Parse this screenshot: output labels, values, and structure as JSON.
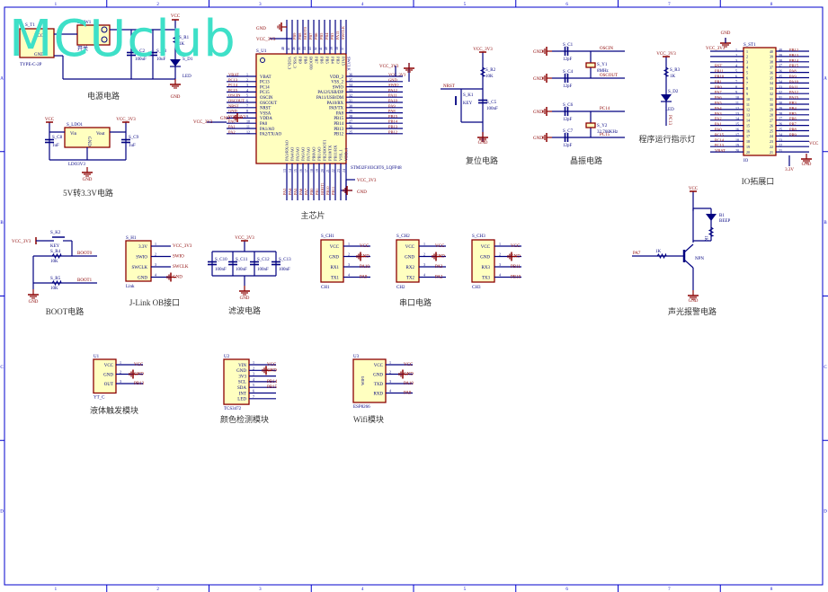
{
  "watermark": "MCUclub",
  "frame": {
    "columns": [
      "1",
      "2",
      "3",
      "4",
      "5",
      "6",
      "7",
      "8"
    ],
    "rows": [
      "A",
      "B",
      "C",
      "D"
    ]
  },
  "colors": {
    "frame": "#0000cc",
    "wire": "#000080",
    "part_outline": "#8b0000",
    "part_fill": "#ffffc0",
    "net_label": "#8b0000",
    "pin_text": "#000080",
    "watermark": "#3ee0c8"
  },
  "sections": {
    "power": "电源电路",
    "ldo": "5V转3.3V电路",
    "main_chip": "主芯片",
    "reset": "复位电路",
    "crystal": "晶振电路",
    "run_led": "程序运行指示灯",
    "io_header": "IO拓展口",
    "boot": "BOOT电路",
    "jlink": "J-Link OB接口",
    "filter": "滤波电路",
    "uart": "串口电路",
    "alarm": "声光报警电路",
    "liquid": "液体触发模块",
    "color": "颜色检测模块",
    "wifi": "Wifi模块"
  },
  "power": {
    "t1_ref": "S_T1",
    "t1_pin_vcc": "VCC",
    "t1_pin_gnd": "GND",
    "t1_value": "TYPE-C-2P",
    "sw_ref": "S_SW1",
    "sw_value": "开关",
    "c2_ref": "S_C2",
    "c2_value": "100uF",
    "c3_ref": "S_C3",
    "c3_value": "10uF",
    "r1_ref": "S_R1",
    "r1_value": "1K",
    "d1_ref": "S_D1",
    "d1_value": "LED",
    "vcc": "VCC",
    "gnd": "GND"
  },
  "ldo": {
    "ref": "S_LDO1",
    "vin": "Vin",
    "vout": "Vout",
    "gnd_pin": "GND",
    "value": "LDO3V3",
    "c8_ref": "S_C8",
    "c8_value": "1uF",
    "c9_ref": "S_C9",
    "c9_value": "1uF",
    "vcc": "VCC",
    "vcc33": "VCC_3V3",
    "gnd": "GND"
  },
  "mcu": {
    "ref": "S_U1",
    "part": "STM32F103C8T6_LQFP48",
    "left_pins": [
      {
        "num": "1",
        "name": "VBAT",
        "net": "VBAT"
      },
      {
        "num": "2",
        "name": "PC13",
        "net": "PC13"
      },
      {
        "num": "3",
        "name": "PC14",
        "net": "PC14"
      },
      {
        "num": "4",
        "name": "PC15",
        "net": "PC15"
      },
      {
        "num": "5",
        "name": "OSCIN",
        "net": "OSCIN"
      },
      {
        "num": "6",
        "name": "OSCOUT",
        "net": "OSCOUT"
      },
      {
        "num": "7",
        "name": "NRST",
        "net": "NRST"
      },
      {
        "num": "8",
        "name": "VSSA",
        "net": "GND"
      },
      {
        "num": "9",
        "name": "VDDA",
        "net": "VCC_3V3"
      },
      {
        "num": "10",
        "name": "PA0",
        "net": "PA0"
      },
      {
        "num": "11",
        "name": "PA1/AO",
        "net": "PA1"
      },
      {
        "num": "12",
        "name": "PA2/TX/AO",
        "net": "PA2"
      }
    ],
    "right_pins": [
      {
        "num": "36",
        "name": "VDD_2",
        "net": "VCC_3V3"
      },
      {
        "num": "35",
        "name": "VSS_2",
        "net": "GND"
      },
      {
        "num": "34",
        "name": "SWIO",
        "net": "SWIO"
      },
      {
        "num": "33",
        "name": "PA12/USB/DP",
        "net": "PA12"
      },
      {
        "num": "32",
        "name": "PA11/USB/DM",
        "net": "PA11"
      },
      {
        "num": "31",
        "name": "PA10/RX",
        "net": "PA10"
      },
      {
        "num": "30",
        "name": "PA9/TX",
        "net": "PA9"
      },
      {
        "num": "29",
        "name": "PA8",
        "net": "PA8"
      },
      {
        "num": "28",
        "name": "PB15",
        "net": "PB15"
      },
      {
        "num": "27",
        "name": "PB14",
        "net": "PB14"
      },
      {
        "num": "26",
        "name": "PB13",
        "net": "PB13"
      },
      {
        "num": "25",
        "name": "PB12",
        "net": "PB12"
      }
    ],
    "top_pins": [
      {
        "num": "48",
        "name": "VDD_3",
        "net": "VCC_3V3"
      },
      {
        "num": "47",
        "name": "VSS_3",
        "net": "GND"
      },
      {
        "num": "46",
        "name": "PB9",
        "net": "PB9"
      },
      {
        "num": "45",
        "name": "PB8",
        "net": "PB8"
      },
      {
        "num": "44",
        "name": "BOOT0",
        "net": "BOOT0"
      },
      {
        "num": "43",
        "name": "PB7",
        "net": "PB7"
      },
      {
        "num": "42",
        "name": "PB6",
        "net": "PB6"
      },
      {
        "num": "41",
        "name": "PB5",
        "net": "PB5"
      },
      {
        "num": "40",
        "name": "PB4",
        "net": "PB4"
      },
      {
        "num": "39",
        "name": "PB3",
        "net": "PB3"
      },
      {
        "num": "38",
        "name": "PA15",
        "net": "PA15"
      },
      {
        "num": "37",
        "name": "SWCLK",
        "net": "SWCLK"
      }
    ],
    "bottom_pins": [
      {
        "num": "13",
        "name": "PA3/RX/AO",
        "net": "PA3"
      },
      {
        "num": "14",
        "name": "PA4/AO",
        "net": "PA4"
      },
      {
        "num": "15",
        "name": "PA5/AO",
        "net": "PA5"
      },
      {
        "num": "16",
        "name": "PA6/AO",
        "net": "PA6"
      },
      {
        "num": "17",
        "name": "PA7/AO",
        "net": "PA7"
      },
      {
        "num": "18",
        "name": "PB0/AO",
        "net": "PB0"
      },
      {
        "num": "19",
        "name": "PB1/AO",
        "net": "PB1"
      },
      {
        "num": "20",
        "name": "PB2/BOOT1",
        "net": "BOOT1"
      },
      {
        "num": "21",
        "name": "PB10/TX",
        "net": "PB10"
      },
      {
        "num": "22",
        "name": "PB11/RX",
        "net": "PB11"
      },
      {
        "num": "23",
        "name": "VSS_1",
        "net": "GND"
      },
      {
        "num": "24",
        "name": "VDD_1",
        "net": "VCC_3V3"
      }
    ],
    "gnd": "GND",
    "vcc33": "VCC_3V3"
  },
  "reset": {
    "vcc33": "VCC_3V3",
    "r_ref": "S_R2",
    "r_value": "10K",
    "net": "NRST",
    "k_ref": "S_K1",
    "k_value": "KEY",
    "c_ref": "S_C5",
    "c_value": "100nF",
    "gnd": "GND"
  },
  "crystal": {
    "rows": [
      {
        "c_ref": "S_C1",
        "c_value": "12pF",
        "net": "OSCIN"
      },
      {
        "c_ref": "S_C4",
        "c_value": "12pF",
        "net": "OSCOUT"
      },
      {
        "c_ref": "S_C6",
        "c_value": "12pF",
        "net": "PC14"
      },
      {
        "c_ref": "S_C7",
        "c_value": "12pF",
        "net": "PC15"
      }
    ],
    "y1_ref": "S_Y1",
    "y1_value": "8MHz",
    "y2_ref": "S_Y2",
    "y2_value": "32.768KHz",
    "gnd": "GND"
  },
  "run_led": {
    "vcc33": "VCC_3V3",
    "r_ref": "S_R3",
    "r_value": "1K",
    "d_ref": "S_D2",
    "d_value": "LED",
    "net": "PC13"
  },
  "io_header": {
    "ref": "S_ST1",
    "value": "IO",
    "gnd": "GND",
    "vcc33": "VCC_3V3",
    "vcc": "VCC",
    "v33": "3.3V",
    "left": [
      {
        "num": "1",
        "net": "VCC_3V3"
      },
      {
        "num": "2",
        "net": ""
      },
      {
        "num": "3",
        "net": ""
      },
      {
        "num": "4",
        "net": "RST"
      },
      {
        "num": "5",
        "net": "PB11"
      },
      {
        "num": "6",
        "net": "PB10"
      },
      {
        "num": "7",
        "net": "PB1"
      },
      {
        "num": "8",
        "net": "PB0"
      },
      {
        "num": "9",
        "net": "PA7"
      },
      {
        "num": "10",
        "net": "PA6"
      },
      {
        "num": "11",
        "net": "PA5"
      },
      {
        "num": "12",
        "net": "PA4"
      },
      {
        "num": "13",
        "net": "PA3"
      },
      {
        "num": "14",
        "net": "PA2"
      },
      {
        "num": "15",
        "net": "PA1"
      },
      {
        "num": "16",
        "net": "PA0"
      },
      {
        "num": "17",
        "net": "PC15"
      },
      {
        "num": "18",
        "net": "PC14"
      },
      {
        "num": "19",
        "net": "PC13"
      },
      {
        "num": "20",
        "net": "VBAT"
      }
    ],
    "right": [
      {
        "num": "40",
        "net": "PB12"
      },
      {
        "num": "39",
        "net": "PB13"
      },
      {
        "num": "38",
        "net": "PB14"
      },
      {
        "num": "37",
        "net": "PB15"
      },
      {
        "num": "36",
        "net": "PA8"
      },
      {
        "num": "35",
        "net": "PA9"
      },
      {
        "num": "34",
        "net": "PA10"
      },
      {
        "num": "33",
        "net": "PA11"
      },
      {
        "num": "32",
        "net": "PA12"
      },
      {
        "num": "31",
        "net": "PA15"
      },
      {
        "num": "30",
        "net": "PB3"
      },
      {
        "num": "29",
        "net": "PB4"
      },
      {
        "num": "28",
        "net": "PB5"
      },
      {
        "num": "27",
        "net": "PB6"
      },
      {
        "num": "26",
        "net": "PB7"
      },
      {
        "num": "25",
        "net": "PB8"
      },
      {
        "num": "24",
        "net": "PB9"
      },
      {
        "num": "23",
        "net": ""
      },
      {
        "num": "22",
        "net": ""
      },
      {
        "num": "21",
        "net": ""
      }
    ]
  },
  "boot": {
    "vcc33": "VCC_3V3",
    "k_ref": "S_K2",
    "k_value": "KEY",
    "r4_ref": "S_R4",
    "r4_value": "10K",
    "net0": "BOOT0",
    "r5_ref": "S_R5",
    "r5_value": "10K",
    "net1": "BOOT1",
    "gnd": "GND"
  },
  "jlink": {
    "ref": "S_H1",
    "value": "Link",
    "pins": [
      {
        "num": "1",
        "name": "3.3V",
        "net": "VCC_3V3"
      },
      {
        "num": "2",
        "name": "SWIO",
        "net": "SWIO"
      },
      {
        "num": "3",
        "name": "SWCLK",
        "net": "SWCLK"
      },
      {
        "num": "4",
        "name": "GND",
        "net": "GND"
      }
    ]
  },
  "filter": {
    "vcc33": "VCC_3V3",
    "gnd": "GND",
    "caps": [
      {
        "ref": "S_C10",
        "value": "100nF"
      },
      {
        "ref": "S_C11",
        "value": "100nF"
      },
      {
        "ref": "S_C12",
        "value": "100nF"
      },
      {
        "ref": "S_C13",
        "value": "100nF"
      }
    ]
  },
  "uart": [
    {
      "ref": "S_CH1",
      "value": "CH1",
      "pins": [
        {
          "num": "1",
          "name": "VCC",
          "net": "VCC"
        },
        {
          "num": "2",
          "name": "GND",
          "net": "GND"
        },
        {
          "num": "3",
          "name": "RX1",
          "net": "PA10"
        },
        {
          "num": "4",
          "name": "TX1",
          "net": "PA9"
        }
      ]
    },
    {
      "ref": "S_CH2",
      "value": "CH2",
      "pins": [
        {
          "num": "1",
          "name": "VCC",
          "net": "VCC"
        },
        {
          "num": "2",
          "name": "GND",
          "net": "GND"
        },
        {
          "num": "3",
          "name": "RX2",
          "net": "PA3"
        },
        {
          "num": "4",
          "name": "TX2",
          "net": "PA2"
        }
      ]
    },
    {
      "ref": "S_CH3",
      "value": "CH3",
      "pins": [
        {
          "num": "1",
          "name": "VCC",
          "net": "VCC"
        },
        {
          "num": "2",
          "name": "GND",
          "net": "GND"
        },
        {
          "num": "3",
          "name": "RX3",
          "net": "PB11"
        },
        {
          "num": "4",
          "name": "TX3",
          "net": "PB10"
        }
      ]
    }
  ],
  "alarm": {
    "vcc": "VCC",
    "b_ref": "B1",
    "b_value": "BEEP",
    "r_value": "1K",
    "r2_value": "1K",
    "net": "PA7",
    "pin": "1",
    "q_value": "NPN",
    "gnd": "GND"
  },
  "modules": {
    "u1": {
      "ref": "U1",
      "value": "YT_C",
      "pins": [
        {
          "num": "1",
          "name": "VCC",
          "net": "VCC"
        },
        {
          "num": "2",
          "name": "GND",
          "net": "GND"
        },
        {
          "num": "3",
          "name": "OUT",
          "net": "PB13"
        }
      ]
    },
    "u2": {
      "ref": "U2",
      "value": "TCS3472",
      "pins": [
        {
          "num": "1",
          "name": "VIN",
          "net": "VCC"
        },
        {
          "num": "2",
          "name": "GND",
          "net": "GND"
        },
        {
          "num": "3",
          "name": "3V3",
          "net": ""
        },
        {
          "num": "4",
          "name": "SCL",
          "net": "PB14"
        },
        {
          "num": "5",
          "name": "SDA",
          "net": "PB15"
        },
        {
          "num": "6",
          "name": "INT",
          "net": ""
        },
        {
          "num": "7",
          "name": "LED",
          "net": ""
        }
      ]
    },
    "u3": {
      "ref": "U3",
      "value": "ESP8266",
      "inner": "WIFI",
      "pins": [
        {
          "num": "1",
          "name": "VCC",
          "net": "VCC"
        },
        {
          "num": "2",
          "name": "GND",
          "net": "GND"
        },
        {
          "num": "3",
          "name": "TXD",
          "net": "PA10"
        },
        {
          "num": "4",
          "name": "RXD",
          "net": "PA9"
        }
      ]
    }
  }
}
